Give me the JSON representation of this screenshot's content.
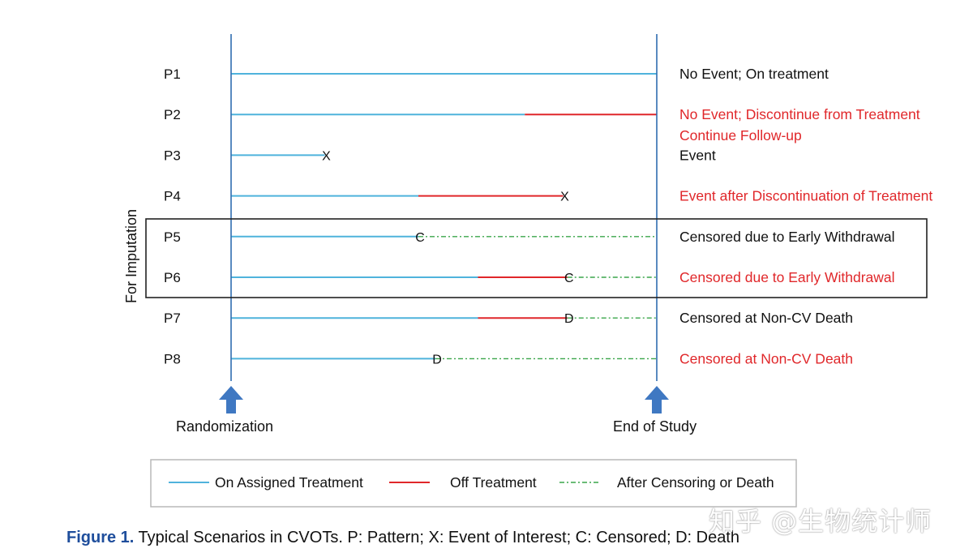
{
  "patterns": [
    {
      "id": "P1",
      "segments": [
        {
          "type": "on",
          "start": 0,
          "end": 1
        }
      ],
      "marker": "",
      "marker_at": null,
      "description": "No Event; On treatment",
      "desc_lines": [
        "No Event; On treatment"
      ],
      "desc_color": "#111111"
    },
    {
      "id": "P2",
      "segments": [
        {
          "type": "on",
          "start": 0,
          "end": 0.69
        },
        {
          "type": "off",
          "start": 0.69,
          "end": 1
        }
      ],
      "marker": "",
      "marker_at": null,
      "desc_lines": [
        "No Event; Discontinue from Treatment",
        "Continue Follow-up"
      ],
      "desc_color": "#e0272a"
    },
    {
      "id": "P3",
      "segments": [
        {
          "type": "on",
          "start": 0,
          "end": 0.22
        }
      ],
      "marker": "X",
      "marker_at": 0.22,
      "desc_lines": [
        "Event"
      ],
      "desc_color": "#111111"
    },
    {
      "id": "P4",
      "segments": [
        {
          "type": "on",
          "start": 0,
          "end": 0.44
        },
        {
          "type": "off",
          "start": 0.44,
          "end": 0.78
        }
      ],
      "marker": "X",
      "marker_at": 0.78,
      "desc_lines": [
        "Event after Discontinuation of Treatment"
      ],
      "desc_color": "#e0272a"
    },
    {
      "id": "P5",
      "segments": [
        {
          "type": "on",
          "start": 0,
          "end": 0.44
        },
        {
          "type": "censor",
          "start": 0.44,
          "end": 1
        }
      ],
      "marker": "C",
      "marker_at": 0.44,
      "desc_lines": [
        "Censored due to Early Withdrawal"
      ],
      "desc_color": "#111111"
    },
    {
      "id": "P6",
      "segments": [
        {
          "type": "on",
          "start": 0,
          "end": 0.58
        },
        {
          "type": "off",
          "start": 0.58,
          "end": 0.79
        },
        {
          "type": "censor",
          "start": 0.79,
          "end": 1
        }
      ],
      "marker": "C",
      "marker_at": 0.79,
      "desc_lines": [
        "Censored due to Early Withdrawal"
      ],
      "desc_color": "#e0272a"
    },
    {
      "id": "P7",
      "segments": [
        {
          "type": "on",
          "start": 0,
          "end": 0.58
        },
        {
          "type": "off",
          "start": 0.58,
          "end": 0.79
        },
        {
          "type": "censor",
          "start": 0.79,
          "end": 1
        }
      ],
      "marker": "D",
      "marker_at": 0.79,
      "desc_lines": [
        "Censored at Non-CV Death"
      ],
      "desc_color": "#111111"
    },
    {
      "id": "P8",
      "segments": [
        {
          "type": "on",
          "start": 0,
          "end": 0.48
        },
        {
          "type": "censor",
          "start": 0.48,
          "end": 1
        }
      ],
      "marker": "D",
      "marker_at": 0.48,
      "desc_lines": [
        "Censored at Non-CV Death"
      ],
      "desc_color": "#e0272a"
    }
  ],
  "imputation_label": "For Imputation",
  "start_label": "Randomization",
  "end_label": "End of Study",
  "legend": [
    {
      "type": "on",
      "label": "On Assigned Treatment"
    },
    {
      "type": "off",
      "label": "Off Treatment"
    },
    {
      "type": "censor",
      "label": "After Censoring or Death"
    }
  ],
  "colors": {
    "on": "#4fb3dc",
    "off": "#e0272a",
    "censor": "#3aa64a",
    "axis": "#2f6db0",
    "arrow": "#3f78c2",
    "red_text": "#e0272a"
  },
  "caption": {
    "label": "Figure 1.",
    "text": " Typical Scenarios in CVOTs. P: Pattern; X: Event of Interest; C: Censored; D: Death"
  },
  "watermark": "知乎 @生物统计师"
}
